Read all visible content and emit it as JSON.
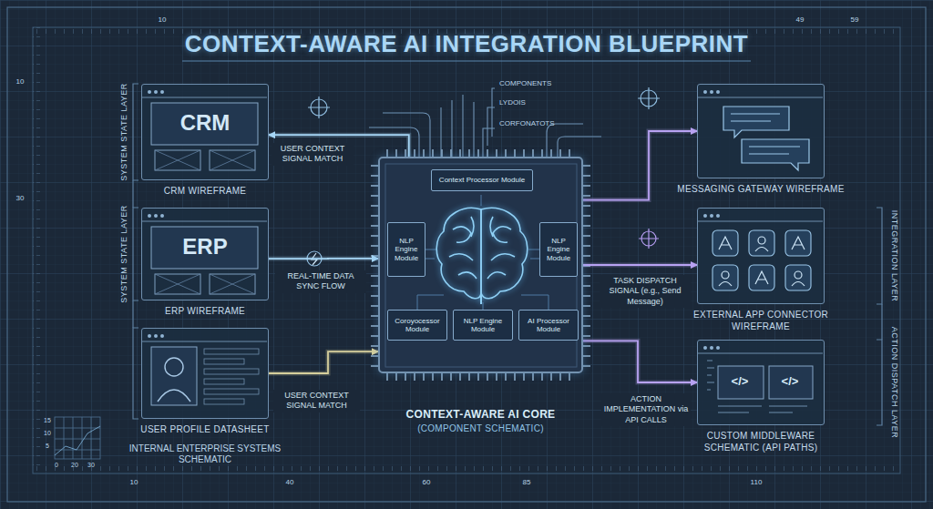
{
  "diagram": {
    "title": "CONTEXT-AWARE AI INTEGRATION BLUEPRINT",
    "nodes": [
      {
        "text": [
          "CRM",
          "CRM WIREFRAME"
        ]
      },
      {
        "text": [
          "ERP",
          "ERP WIREFRAME"
        ]
      },
      {
        "text": [
          "USER PROFILE DATASHEET"
        ]
      },
      {
        "text": [
          "CONTEXT-AWARE AI CORE",
          "(COMPONENT SCHEMATIC)"
        ]
      },
      {
        "text": [
          "Context Processor Module"
        ],
        "in": 3
      },
      {
        "text": [
          "NLP Engine Module"
        ],
        "in": 3
      },
      {
        "text": [
          "NLP Engine Module"
        ],
        "in": 3
      },
      {
        "text": [
          "Coroyocessor Module"
        ],
        "in": 3
      },
      {
        "text": [
          "NLP Engine Module"
        ],
        "in": 3
      },
      {
        "text": [
          "AI Processor Module"
        ],
        "in": 3
      },
      {
        "text": [
          "MESSAGING GATEWAY WIREFRAME"
        ]
      },
      {
        "text": [
          "EXTERNAL APP CONNECTOR WIREFRAME"
        ]
      },
      {
        "text": [
          "CUSTOM MIDDLEWARE SCHEMATIC (API PATHS)"
        ]
      }
    ],
    "edges": [
      {
        "from": 3,
        "to": 0,
        "label": "USER CONTEXT SIGNAL MATCH",
        "arrow": "to"
      },
      {
        "from": 1,
        "to": 3,
        "label": "REAL-TIME DATA SYNC FLOW",
        "arrow": "to"
      },
      {
        "from": 2,
        "to": 3,
        "label": "USER CONTEXT SIGNAL MATCH",
        "arrow": "to"
      },
      {
        "from": 3,
        "to": 10,
        "arrow": "to"
      },
      {
        "from": 3,
        "to": 11,
        "label": "TASK DISPATCH SIGNAL (e.g., Send Message)",
        "arrow": "to"
      },
      {
        "from": 3,
        "to": 12,
        "label": "ACTION IMPLEMENTATION via API CALLS",
        "arrow": "to"
      }
    ],
    "labels": [
      "COMPONENTS",
      "LYDOIS",
      "CORFONATOTS",
      "SYSTEM STATE LAYER",
      "SYSTEM STATE LAYER",
      "INTERNAL ENTERPRISE SYSTEMS SCHEMATIC",
      "INTEGRATION LAYER",
      "ACTION DISPATCH LAYER",
      "</>",
      "</>",
      "10",
      "49",
      "59",
      "10",
      "30",
      "10",
      "40",
      "60",
      "85",
      "110",
      "15",
      "10",
      "5",
      "0",
      "20",
      "30"
    ]
  }
}
